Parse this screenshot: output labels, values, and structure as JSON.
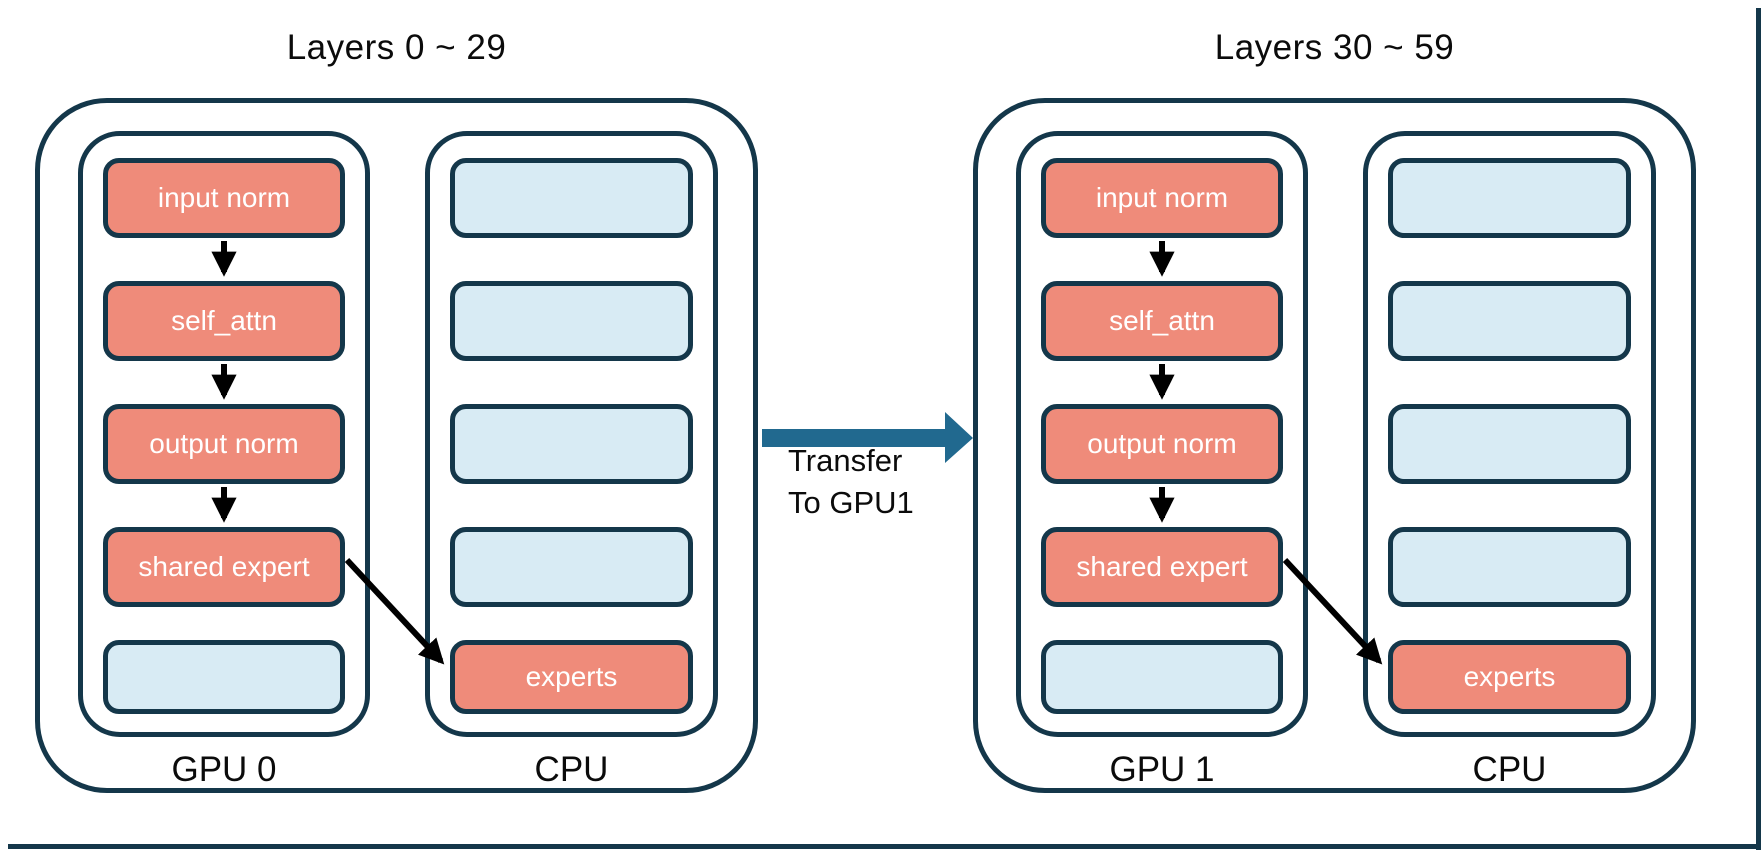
{
  "colors": {
    "frame_border": "#14374A",
    "module_fill": "#EF8B7A",
    "empty_slot_fill": "#D8EBF4",
    "transfer_arrow": "#21698F",
    "flow_arrow": "#000000",
    "text_on_module": "#ffffff",
    "text_default": "#0b0b0b",
    "background": "#ffffff"
  },
  "groups": [
    {
      "title": "Layers 0 ~ 29",
      "gpu_label": "GPU 0",
      "cpu_label": "CPU",
      "gpu_boxes": [
        {
          "label": "input norm",
          "type": "module"
        },
        {
          "label": "self_attn",
          "type": "module"
        },
        {
          "label": "output norm",
          "type": "module"
        },
        {
          "label": "shared expert",
          "type": "module"
        },
        {
          "label": "",
          "type": "empty"
        }
      ],
      "cpu_boxes": [
        {
          "label": "",
          "type": "empty"
        },
        {
          "label": "",
          "type": "empty"
        },
        {
          "label": "",
          "type": "empty"
        },
        {
          "label": "",
          "type": "empty"
        },
        {
          "label": "experts",
          "type": "module"
        }
      ]
    },
    {
      "title": "Layers 30 ~ 59",
      "gpu_label": "GPU 1",
      "cpu_label": "CPU",
      "gpu_boxes": [
        {
          "label": "input norm",
          "type": "module"
        },
        {
          "label": "self_attn",
          "type": "module"
        },
        {
          "label": "output norm",
          "type": "module"
        },
        {
          "label": "shared expert",
          "type": "module"
        },
        {
          "label": "",
          "type": "empty"
        }
      ],
      "cpu_boxes": [
        {
          "label": "",
          "type": "empty"
        },
        {
          "label": "",
          "type": "empty"
        },
        {
          "label": "",
          "type": "empty"
        },
        {
          "label": "",
          "type": "empty"
        },
        {
          "label": "experts",
          "type": "module"
        }
      ]
    }
  ],
  "transfer_label": {
    "line1": "Transfer",
    "line2": "To GPU1"
  }
}
